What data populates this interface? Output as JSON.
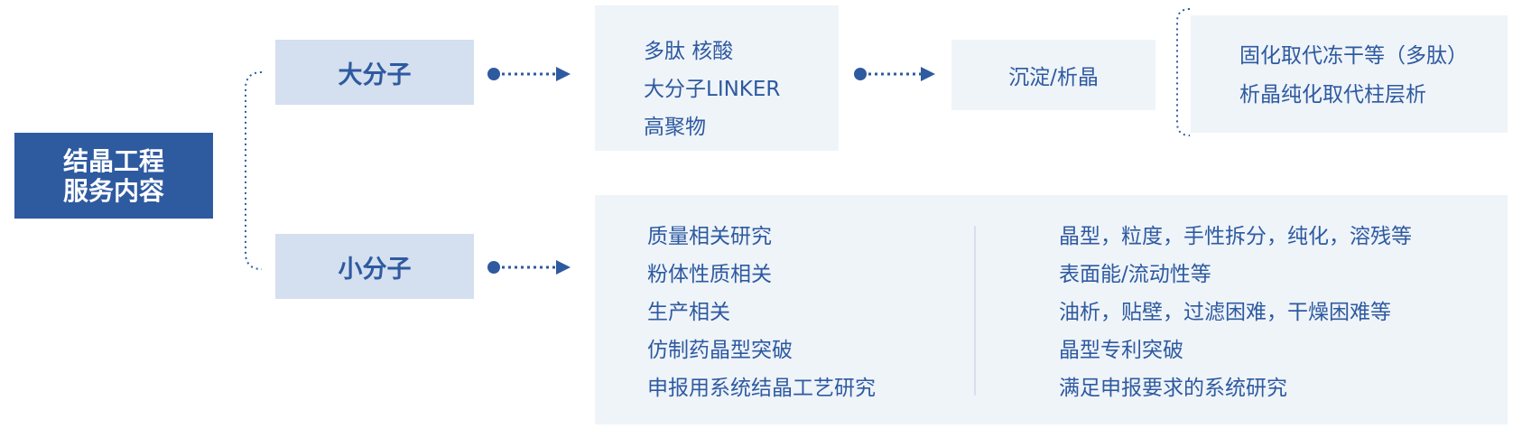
{
  "root": {
    "line1": "结晶工程",
    "line2": "服务内容"
  },
  "large": {
    "label": "大分子",
    "items": [
      "多肽  核酸",
      "大分子LINKER",
      "高聚物"
    ],
    "process": "沉淀/析晶",
    "results": [
      "固化取代冻干等（多肽）",
      "析晶纯化取代柱层析"
    ]
  },
  "small": {
    "label": "小分子",
    "left_items": [
      "质量相关研究",
      "粉体性质相关",
      "生产相关",
      "仿制药晶型突破",
      "申报用系统结晶工艺研究"
    ],
    "right_items": [
      "晶型，粒度，手性拆分，纯化，溶残等",
      "表面能/流动性等",
      "油析，贴壁，过滤困难，干燥困难等",
      "晶型专利突破",
      "满足申报要求的系统研究"
    ]
  },
  "colors": {
    "primary": "#2e5aa0",
    "category_bg": "#d4dfef",
    "panel_bg": "#eff4f9",
    "connector": "#2e5aa0"
  }
}
